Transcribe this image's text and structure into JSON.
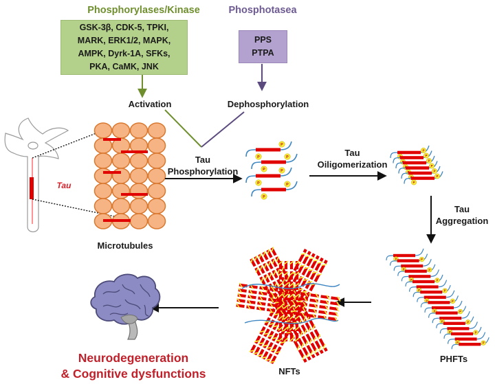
{
  "kinases": {
    "title": "Phosphorylases/Kinase",
    "lines": [
      "GSK-3β, CDK-5, TPKI,",
      "MARK, ERK1/2, MAPK,",
      "AMPK, Dyrk-1A, SFKs,",
      "PKA, CaMK, JNK"
    ]
  },
  "phosphatases": {
    "title": "Phosphotasea",
    "lines": [
      "PPS",
      "PTPA"
    ]
  },
  "labels": {
    "activation": "Activation",
    "dephosphorylation": "Dephosphorylation",
    "tau": "Tau",
    "phosphorylation_1": "Tau",
    "phosphorylation_2": "Phosphorylation",
    "oligo_1": "Tau",
    "oligo_2": "Oiligomerization",
    "aggregation_1": "Tau",
    "aggregation_2": "Aggregation",
    "microtubules": "Microtubules",
    "phfts": "PHFTs",
    "nfts": "NFTs",
    "outcome_1": "Neurodegeneration",
    "outcome_2": "& Cognitive dysfunctions"
  },
  "phospho_marker": "P",
  "colors": {
    "kinase_box": "#b3d18b",
    "kinase_text": "#6f8f2f",
    "phosphatase_box": "#b3a2cf",
    "phosphatase_text": "#6d5a92",
    "microtubule_fill": "#f6b383",
    "microtubule_stroke": "#d9782f",
    "tau_red": "#e00000",
    "tail_blue": "#3d86c2",
    "phospho_yellow": "#ffef3c",
    "outcome_red": "#c0202a",
    "brain": "#8d8bc4"
  },
  "icons": [
    "neuron-icon",
    "brain-icon",
    "microtubule-lattice",
    "tau-monomers",
    "tau-oligomer",
    "paired-helical-filaments",
    "neurofibrillary-tangles"
  ]
}
